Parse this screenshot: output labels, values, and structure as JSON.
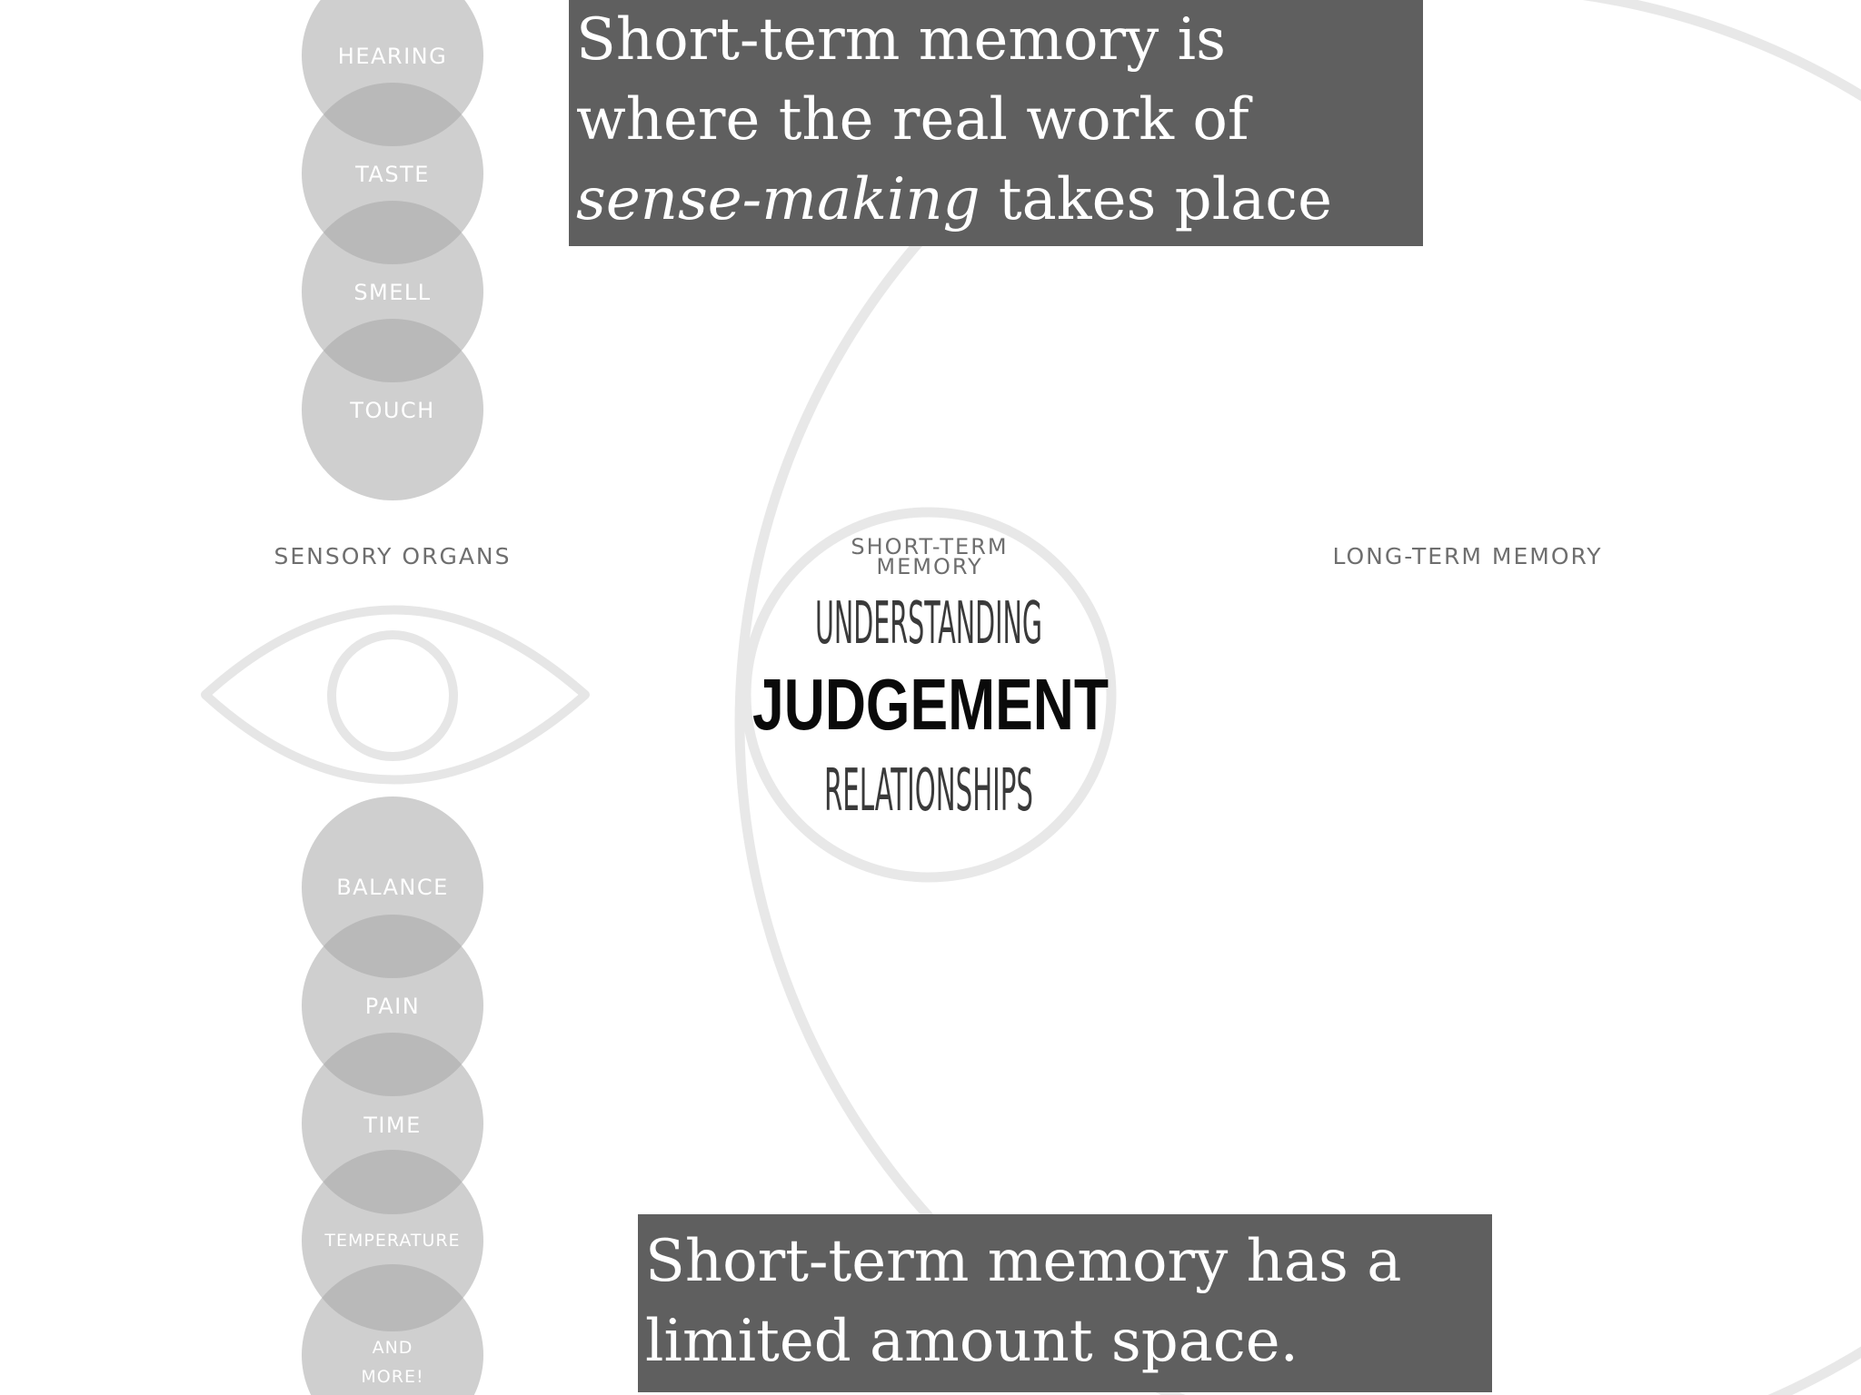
{
  "callouts": {
    "top": {
      "before": "Short-term memory is where the real work of ",
      "emphasis": "sense-making",
      "after": " takes place"
    },
    "bottom": {
      "text": "Short-term memory has a limited amount space."
    }
  },
  "sections": {
    "sensory_organs": "SENSORY ORGANS",
    "short_term_memory_line1": "SHORT-TERM",
    "short_term_memory_line2": "MEMORY",
    "long_term_memory": "LONG-TERM MEMORY"
  },
  "senses_top": [
    "HEARING",
    "TASTE",
    "SMELL",
    "TOUCH"
  ],
  "senses_bottom": [
    "BALANCE",
    "PAIN",
    "TIME",
    "TEMPERATURE"
  ],
  "senses_bottom_last": {
    "line1": "AND",
    "line2": "MORE!"
  },
  "center_words": {
    "understanding": "UNDERSTANDING",
    "judgement": "JUDGEMENT",
    "relationships": "RELATIONSHIPS"
  },
  "colors": {
    "sense_circle": "#cfcfcf",
    "sense_overlap": "#b9b9b9",
    "ring_stroke": "#e8e8e8",
    "eye_stroke": "#e6e6e6",
    "callout_bg": "#5f5f5f"
  },
  "icons": {
    "eye": "eye-icon"
  }
}
